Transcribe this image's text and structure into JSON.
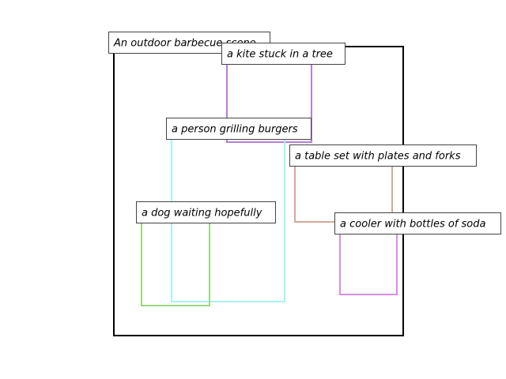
{
  "scene": {
    "caption": "An outdoor barbecue scene",
    "frame_color": "#000000"
  },
  "regions": [
    {
      "key": "kite",
      "label": "a kite stuck in a tree",
      "color": "#b87fd3"
    },
    {
      "key": "person",
      "label": "a person grilling burgers",
      "color": "#a8f3f3"
    },
    {
      "key": "table",
      "label": "a table set with plates and forks",
      "color": "#d4a899"
    },
    {
      "key": "dog",
      "label": "a dog waiting hopefully",
      "color": "#9ad97f"
    },
    {
      "key": "cooler",
      "label": "a cooler with bottles of soda",
      "color": "#d98de3"
    }
  ]
}
